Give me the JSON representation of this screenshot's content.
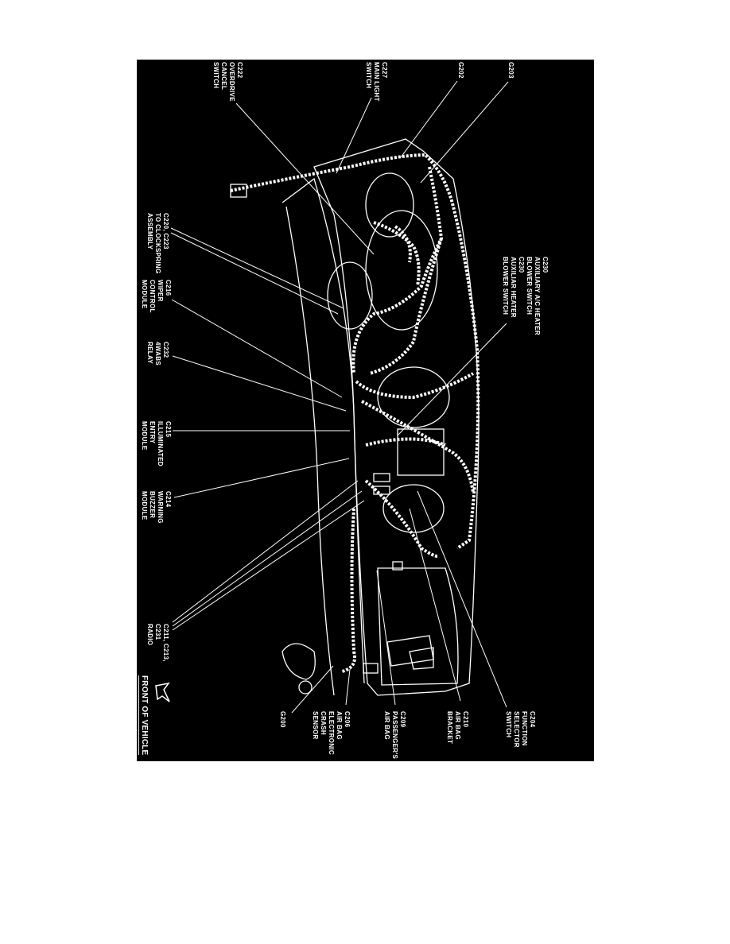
{
  "labels": {
    "c222": [
      "C222",
      "OVERDRIVE",
      "CANCEL",
      "SWITCH"
    ],
    "c227": [
      "C227",
      "MAIN LIGHT",
      "SWITCH"
    ],
    "g202": [
      "G202"
    ],
    "g203": [
      "G203"
    ],
    "c230": [
      "C230",
      "AUXILIARY A/C HEATER",
      "BLOWER SWITCH",
      "C230",
      "AUXILIAR HEATER",
      "BLOWER SWITCH"
    ],
    "c220": [
      "C220, C223",
      "TO CLOCKSPRING",
      "ASSEMBLY"
    ],
    "c216": [
      "C216",
      "WIPER",
      "CONTROL",
      "MODULE"
    ],
    "c232": [
      "C232",
      "4WABS",
      "RELAY"
    ],
    "c215": [
      "C215",
      "ILLUMINATED",
      "ENTRY",
      "MODULE"
    ],
    "c214": [
      "C214",
      "WARNING",
      "BUZZER",
      "MODULE"
    ],
    "c211": [
      "C211, C213,",
      "C231",
      "RADIO"
    ],
    "g200": [
      "G200"
    ],
    "c206": [
      "C206",
      "AIR BAG",
      "ELECTRONIC",
      "CRASH",
      "SENSOR"
    ],
    "c209": [
      "C209",
      "PASSENGER'S",
      "AIR BAG"
    ],
    "c210": [
      "C210",
      "AIR BAG",
      "BRACKET"
    ],
    "c204": [
      "C204",
      "FUNCTION",
      "SELECTOR",
      "SWITCH"
    ]
  },
  "front_of_vehicle": "FRONT OF VEHICLE",
  "icons": {
    "direction": "front-arrow-icon"
  },
  "colors": {
    "background": "#000000",
    "lines": "#ffffff"
  }
}
